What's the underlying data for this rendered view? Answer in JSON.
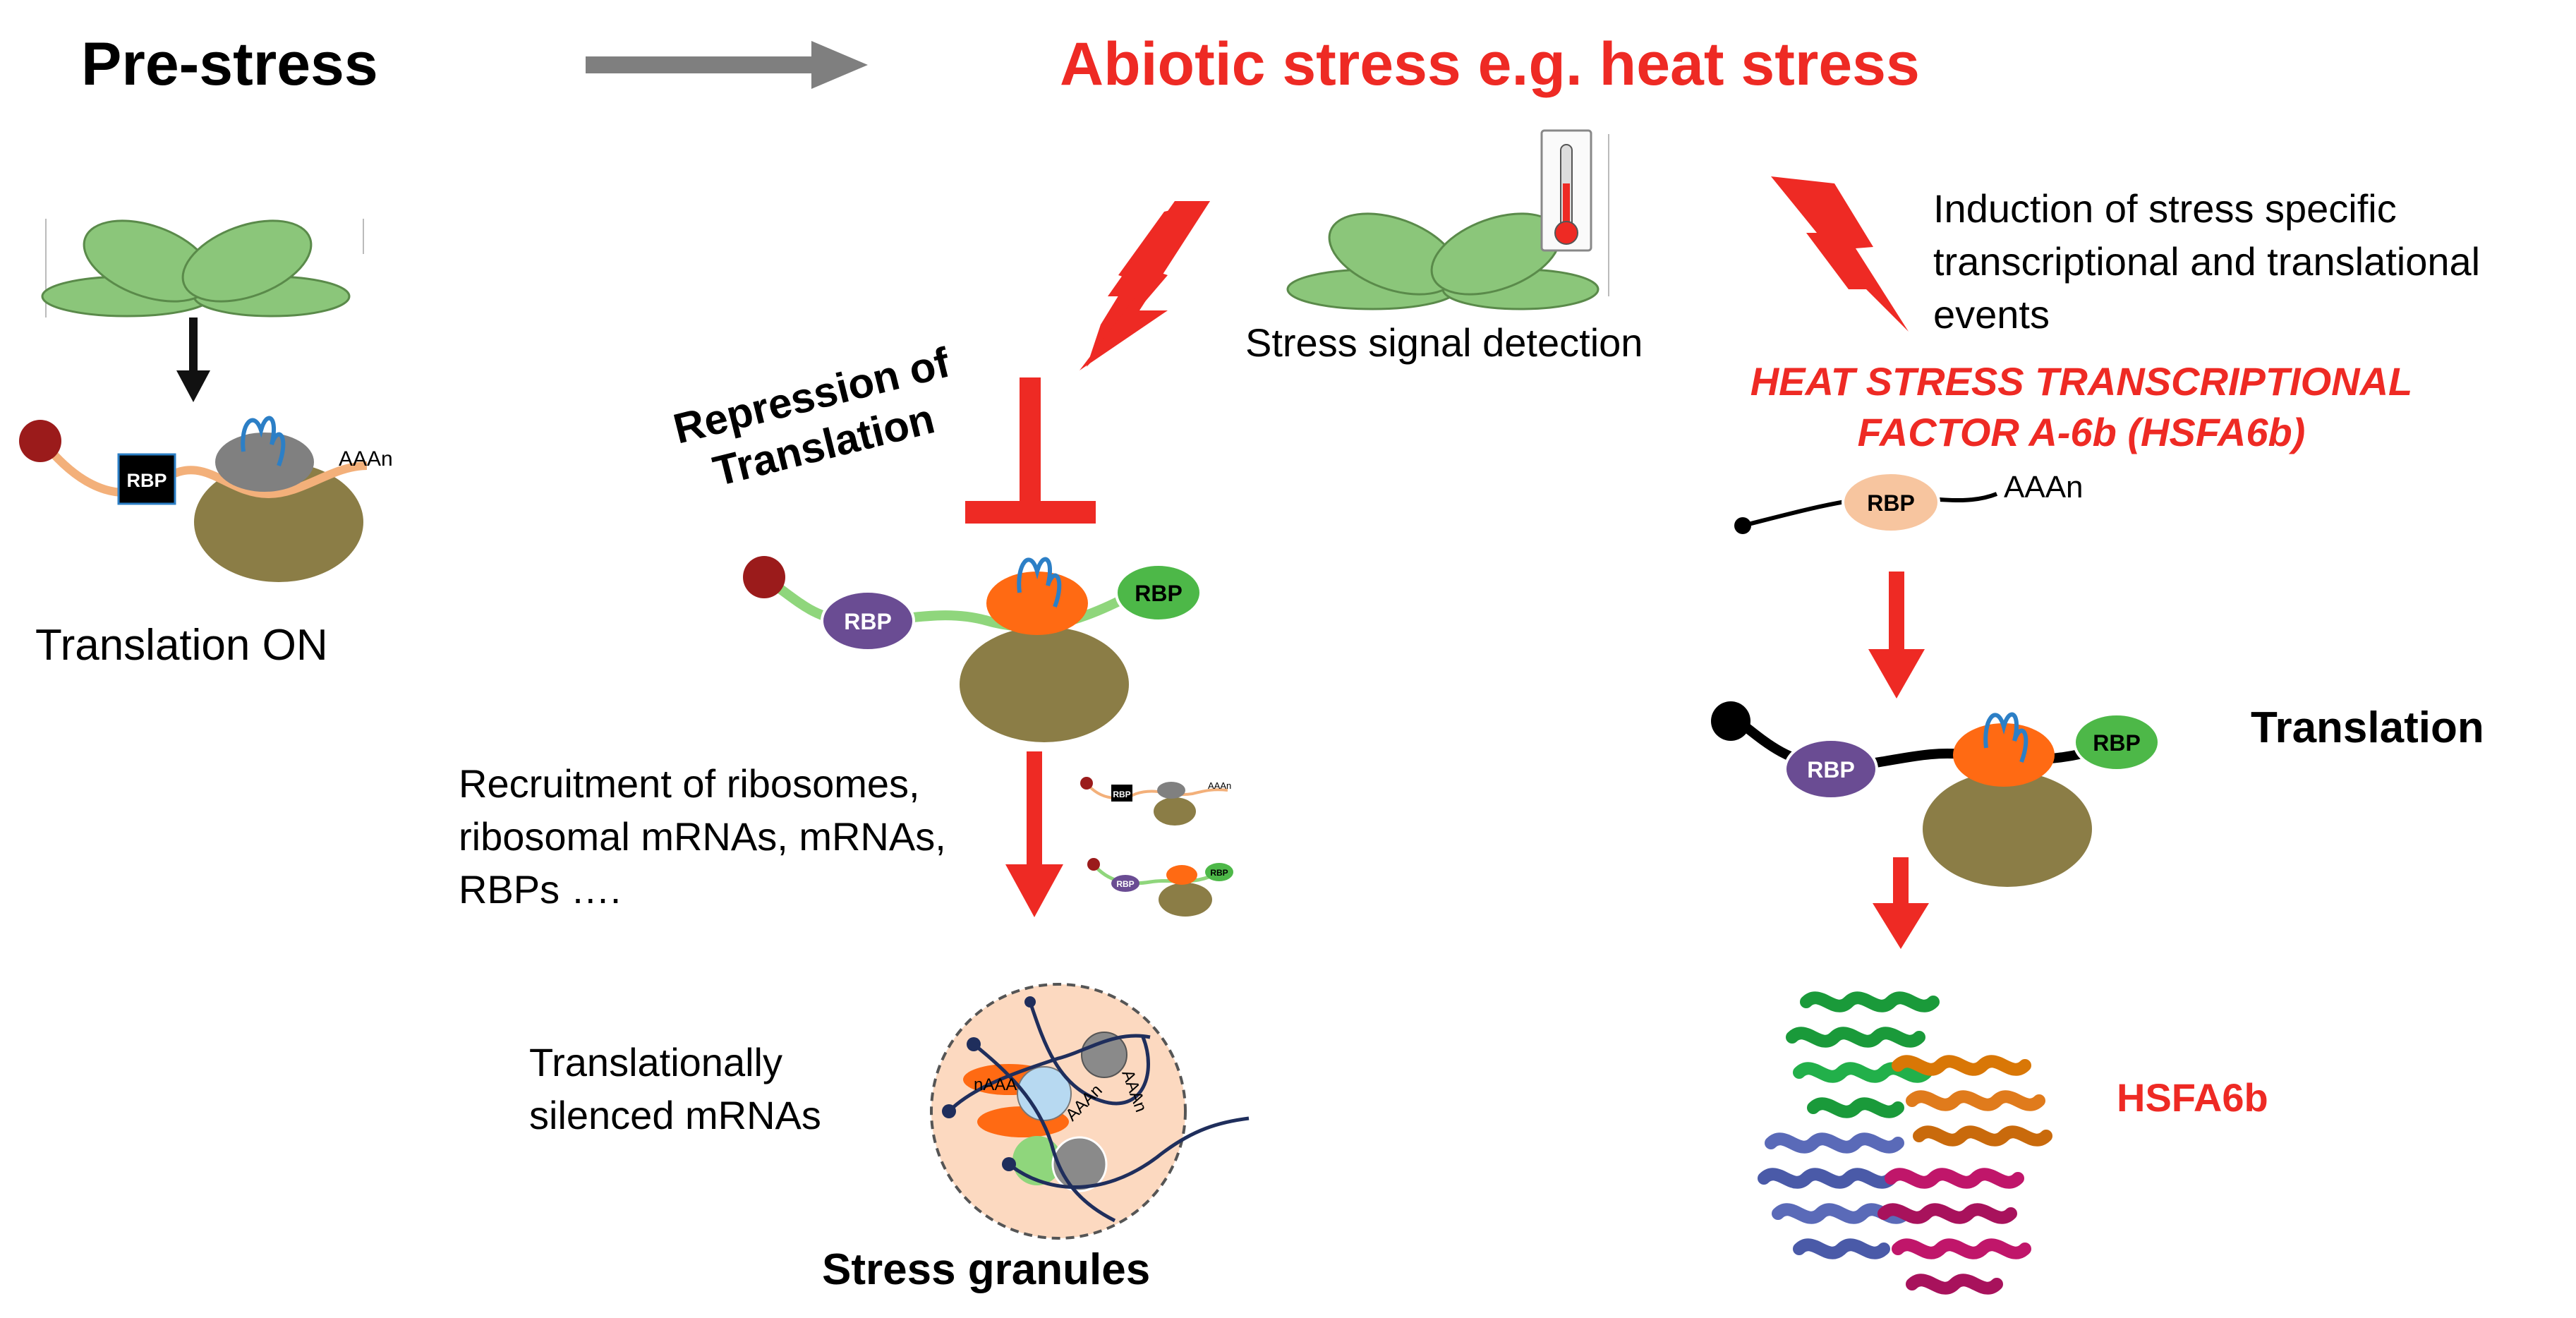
{
  "title_left": "Pre-stress",
  "title_right": "Abiotic stress e.g. heat stress",
  "left": {
    "status": "Translation ON",
    "rbp": "RBP",
    "polya": "AAAn"
  },
  "center": {
    "signal_label": "Stress signal detection",
    "repression_line1": "Repression of",
    "repression_line2": "Translation",
    "rbp_a": "RBP",
    "rbp_b": "RBP",
    "recruit_line1": "Recruitment of ribosomes,",
    "recruit_line2": "ribosomal mRNAs,  mRNAs,",
    "recruit_line3": "RBPs ….",
    "mini_rbp_a": "RBP",
    "mini_polya": "AAAn",
    "mini_rbp_b": "RBP",
    "mini_rbp_c": "RBP",
    "silenced_line1": "Translationally",
    "silenced_line2": "silenced mRNAs",
    "granule_polya_a": "nAAA",
    "granule_polya_b": "AAAn",
    "granule_polya_c": "AAAn",
    "granules_label": "Stress granules"
  },
  "right": {
    "induction_line1": "Induction of stress specific",
    "induction_line2": "transcriptional and translational",
    "induction_line3": "events",
    "factor_line1": "HEAT STRESS TRANSCRIPTIONAL",
    "factor_line2": "FACTOR A-6b (HSFA6b)",
    "rbp_top": "RBP",
    "polya": "AAAn",
    "translation_label": "Translation",
    "rbp_a": "RBP",
    "rbp_b": "RBP",
    "protein_label": "HSFA6b"
  },
  "colors": {
    "red_accent": "#ee2a24",
    "arrow_gray": "#7f7f7f",
    "ribosome_large": "#8b7d46",
    "ribosome_small_orange": "#ff6a13",
    "rbp_purple": "#6a4c93",
    "rbp_green": "#4db848",
    "rbp_peach": "#f7c59f",
    "leaf_green": "#8bc67a",
    "granule_fill": "#fcd9c0"
  }
}
